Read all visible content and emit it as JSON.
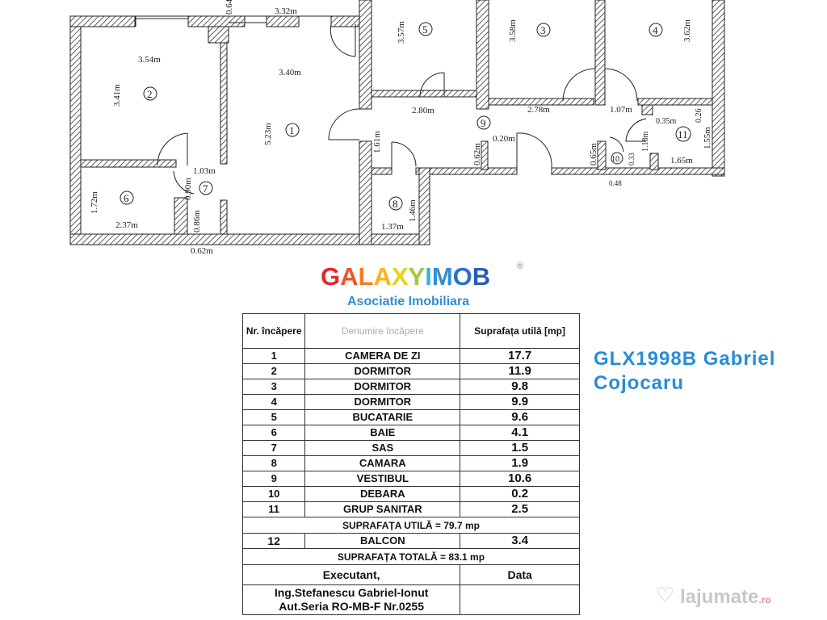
{
  "plan": {
    "rooms": [
      {
        "num": "1",
        "w": "3.40m",
        "h": "5.23m"
      },
      {
        "num": "2",
        "w": "3.54m",
        "h": "3.41m"
      },
      {
        "num": "3",
        "h": "3.58m",
        "w": "2.78m"
      },
      {
        "num": "4",
        "h": "3.62m",
        "w": "1.07m"
      },
      {
        "num": "5",
        "h": "3.57m",
        "w": "2.80m"
      },
      {
        "num": "6",
        "w": "2.37m",
        "h": "1.72m"
      },
      {
        "num": "7",
        "w": "1.03m",
        "h": "0.90m"
      },
      {
        "num": "8",
        "w": "1.37m",
        "h": "1.46m"
      },
      {
        "num": "9",
        "w": "0.20m",
        "h": "1.61m"
      },
      {
        "num": "10",
        "w": "0.48",
        "h": "0.65m"
      },
      {
        "num": "11",
        "w": "1.65m",
        "h": "1.55m"
      }
    ],
    "extra_dims": [
      "3.32m",
      "0.64",
      "0.86m",
      "0.62m",
      "0.62m",
      "1.18m",
      "0.35m",
      "0.26",
      "0.33"
    ]
  },
  "logo": {
    "text_parts": [
      "G",
      "A",
      "L",
      "A",
      "X",
      "Y",
      "I",
      "M",
      "O",
      "B"
    ],
    "colors": [
      "#e8262a",
      "#f0532a",
      "#f47d20",
      "#f8b518",
      "#e8d21b",
      "#a3c83a",
      "#3bb0e0",
      "#2e8fd8",
      "#2a6fc8",
      "#2a5bb8"
    ],
    "registered": "®",
    "association": "Asociatie Imobiliara"
  },
  "watermark": "GLX1998B Gabriel Cojocaru",
  "table": {
    "headers": [
      "Nr. încăpere",
      "Denumire încăpere",
      "Suprafața utilă [mp]"
    ],
    "rows": [
      [
        "1",
        "CAMERA DE ZI",
        "17.7"
      ],
      [
        "2",
        "DORMITOR",
        "11.9"
      ],
      [
        "3",
        "DORMITOR",
        "9.8"
      ],
      [
        "4",
        "DORMITOR",
        "9.9"
      ],
      [
        "5",
        "BUCATARIE",
        "9.6"
      ],
      [
        "6",
        "BAIE",
        "4.1"
      ],
      [
        "7",
        "SAS",
        "1.5"
      ],
      [
        "8",
        "CAMARA",
        "1.9"
      ],
      [
        "9",
        "VESTIBUL",
        "10.6"
      ],
      [
        "10",
        "DEBARA",
        "0.2"
      ],
      [
        "11",
        "GRUP SANITAR",
        "2.5"
      ]
    ],
    "util_total": "SUPRAFAȚA UTILĂ =  79.7  mp",
    "balcony": [
      "12",
      "BALCON",
      "3.4"
    ],
    "grand_total": "SUPRAFAȚA TOTALĂ =  83.1 mp",
    "executant_label": "Executant,",
    "date_label": "Data",
    "executant_name": "Ing.Stefanescu Gabriel-Ionut",
    "authorization": "Aut.Seria RO-MB-F Nr.0255"
  },
  "site_watermark": {
    "text": "lajumate",
    "tld": ".ro"
  }
}
